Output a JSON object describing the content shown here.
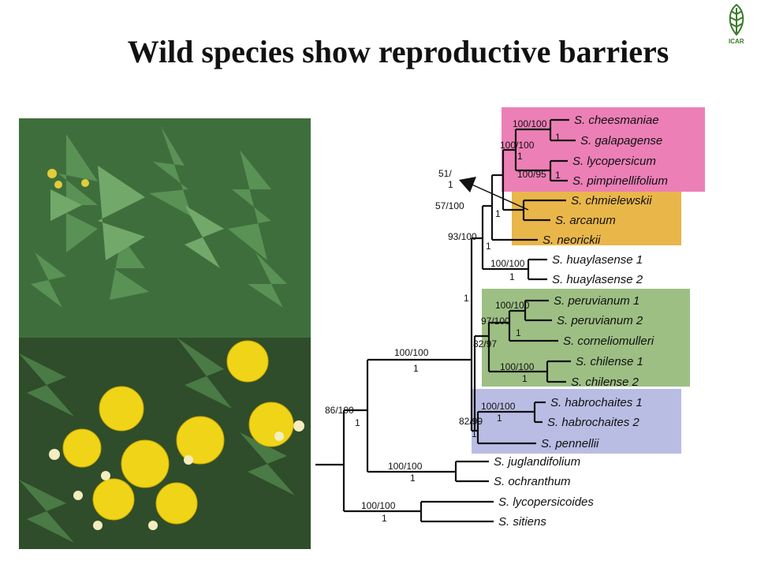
{
  "slide": {
    "title": "Wild species show reproductive barriers",
    "logo_text": "ICAR"
  },
  "photos": {
    "top": "leaf-foliage-photo",
    "bottom": "yellow-flowers-photo"
  },
  "clade_colors": {
    "pink": "#ec7fb6",
    "orange": "#e9b64a",
    "green": "#9dbf84",
    "lavender": "#b9bde4"
  },
  "tree": {
    "tips": [
      "S. cheesmaniae",
      "S. galapagense",
      "S. lycopersicum",
      "S. pimpinellifolium",
      "S. chmielewskii",
      "S. arcanum",
      "S. neorickii",
      "S. huaylasense 1",
      "S. huaylasense 2",
      "S. peruvianum 1",
      "S. peruvianum 2",
      "S. corneliomulleri",
      "S. chilense 1",
      "S. chilense 2",
      "S. habrochaites 1",
      "S. habrochaites 2",
      "S. pennellii",
      "S. juglandifolium",
      "S. ochranthum",
      "S. lycopersicoides",
      "S. sitiens"
    ],
    "supports": [
      "100/100",
      "1",
      "100/100",
      "1",
      "100/95",
      "1",
      "51/",
      "1",
      "57/100",
      "1",
      "93/100",
      "1",
      "100/100",
      "1",
      "1",
      "100/100",
      "97/100",
      "1",
      "82/97",
      "100/100",
      "1",
      "100/100",
      "1",
      "82/99",
      "1",
      "100/100",
      "1",
      "86/100",
      "1",
      "100/100",
      "1",
      "100/100",
      "1"
    ]
  }
}
